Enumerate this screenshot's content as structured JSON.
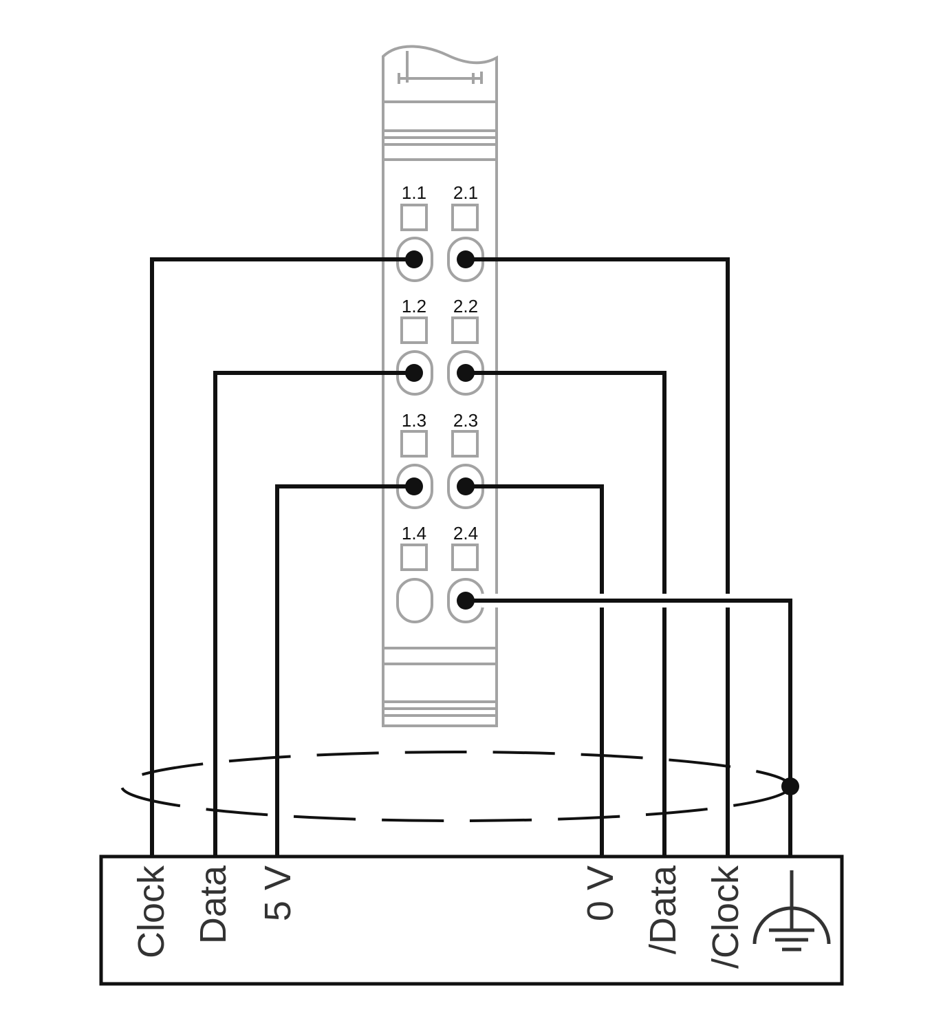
{
  "module": {
    "pins": [
      {
        "id": "1.1",
        "label": "1.1"
      },
      {
        "id": "2.1",
        "label": "2.1"
      },
      {
        "id": "1.2",
        "label": "1.2"
      },
      {
        "id": "2.2",
        "label": "2.2"
      },
      {
        "id": "1.3",
        "label": "1.3"
      },
      {
        "id": "2.3",
        "label": "2.3"
      },
      {
        "id": "1.4",
        "label": "1.4"
      },
      {
        "id": "2.4",
        "label": "2.4"
      }
    ]
  },
  "encoder": {
    "terminals": [
      {
        "id": "clock",
        "label": "Clock"
      },
      {
        "id": "data",
        "label": "Data"
      },
      {
        "id": "5v",
        "label": "5 V"
      },
      {
        "id": "0v",
        "label": "0 V"
      },
      {
        "id": "ndata",
        "label": "/Data"
      },
      {
        "id": "nclock",
        "label": "/Clock"
      }
    ],
    "ground_symbol": "ground-icon"
  },
  "connections": [
    {
      "from_pin": "1.1",
      "to_terminal": "Clock"
    },
    {
      "from_pin": "1.2",
      "to_terminal": "Data"
    },
    {
      "from_pin": "1.3",
      "to_terminal": "5 V"
    },
    {
      "from_pin": "2.3",
      "to_terminal": "0 V"
    },
    {
      "from_pin": "2.2",
      "to_terminal": "/Data"
    },
    {
      "from_pin": "2.1",
      "to_terminal": "/Clock"
    },
    {
      "from_pin": "2.4",
      "to_terminal": "ground"
    }
  ],
  "colors": {
    "wire": "#111111",
    "module_outline": "#a3a3a3",
    "label_text": "#333333"
  }
}
